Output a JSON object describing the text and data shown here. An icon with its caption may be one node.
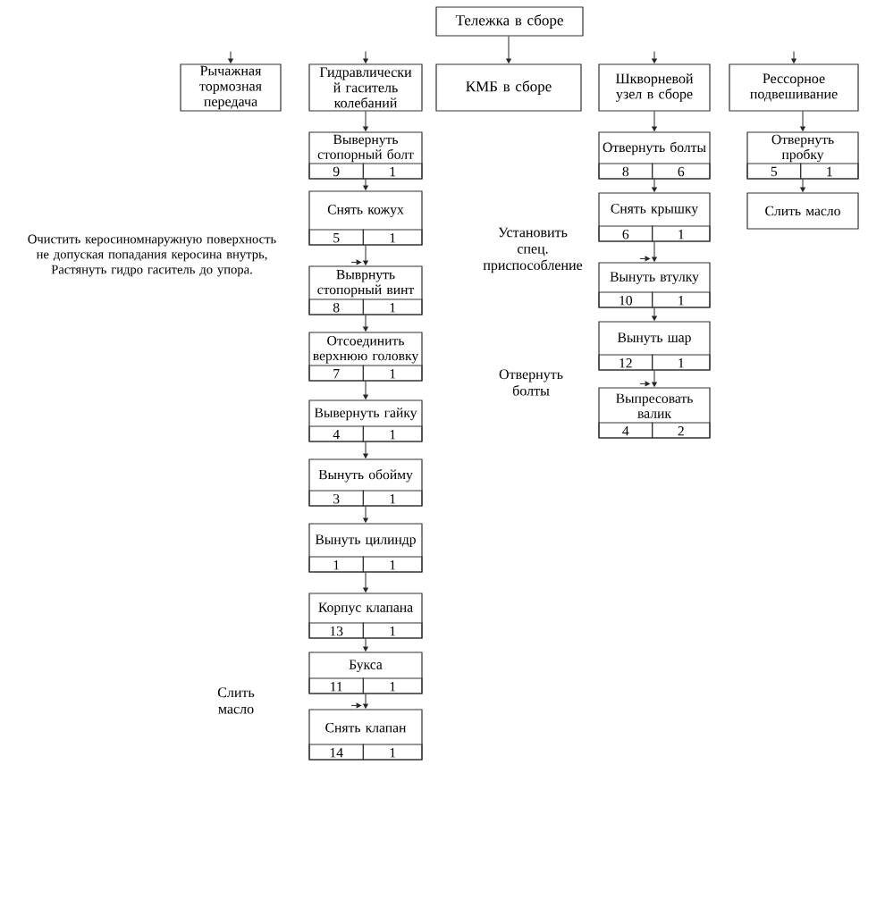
{
  "diagram": {
    "nodes": [
      {
        "text": [
          "Тележка в сборе"
        ]
      },
      {
        "text": [
          "Рычажная тормозная передача"
        ]
      },
      {
        "text": [
          "Гидравлически й гаситель колебаний"
        ]
      },
      {
        "text": [
          "КМБ в сборе"
        ]
      },
      {
        "text": [
          "Шкворневой узел в сборе"
        ]
      },
      {
        "text": [
          "Рессорное подвешивание"
        ]
      },
      {
        "text": [
          "Вывернуть стопорный болт",
          "9",
          "1"
        ]
      },
      {
        "text": [
          "Снять кожух",
          "5",
          "1"
        ]
      },
      {
        "text": [
          "Выврнуть стопорный винт",
          "8",
          "1"
        ]
      },
      {
        "text": [
          "Отсоединить верхнюю головку",
          "7",
          "1"
        ]
      },
      {
        "text": [
          "Вывернуть гайку",
          "4",
          "1"
        ]
      },
      {
        "text": [
          "Вынуть обойму",
          "3",
          "1"
        ]
      },
      {
        "text": [
          "Вынуть цилиндр",
          "1",
          "1"
        ]
      },
      {
        "text": [
          "Корпус клапана",
          "13",
          "1"
        ]
      },
      {
        "text": [
          "Букса",
          "11",
          "1"
        ]
      },
      {
        "text": [
          "Снять клапан",
          "14",
          "1"
        ]
      },
      {
        "text": [
          "Отвернуть болты",
          "8",
          "6"
        ]
      },
      {
        "text": [
          "Снять крышку",
          "6",
          "1"
        ]
      },
      {
        "text": [
          "Вынуть втулку",
          "10",
          "1"
        ]
      },
      {
        "text": [
          "Вынуть шар",
          "12",
          "1"
        ]
      },
      {
        "text": [
          "Выпресовать валик",
          "4",
          "2"
        ]
      },
      {
        "text": [
          "Отвернуть пробку",
          "5",
          "1"
        ]
      },
      {
        "text": [
          "Слить масло"
        ]
      }
    ],
    "edges": [
      {
        "from": null,
        "to": 1,
        "arrow": "to"
      },
      {
        "from": null,
        "to": 2,
        "arrow": "to"
      },
      {
        "from": 0,
        "to": 3,
        "arrow": "to"
      },
      {
        "from": null,
        "to": 4,
        "arrow": "to"
      },
      {
        "from": null,
        "to": 5,
        "arrow": "to"
      },
      {
        "from": 2,
        "to": 6,
        "arrow": "to"
      },
      {
        "from": 6,
        "to": 7,
        "arrow": "to"
      },
      {
        "from": 7,
        "to": 8,
        "arrow": "to"
      },
      {
        "from": 8,
        "to": 9,
        "arrow": "to"
      },
      {
        "from": 9,
        "to": 10,
        "arrow": "to"
      },
      {
        "from": 10,
        "to": 11,
        "arrow": "to"
      },
      {
        "from": 11,
        "to": 12,
        "arrow": "to"
      },
      {
        "from": 12,
        "to": 13,
        "arrow": "to"
      },
      {
        "from": 13,
        "to": 14,
        "arrow": "to"
      },
      {
        "from": 14,
        "to": 15,
        "arrow": "to"
      },
      {
        "from": 4,
        "to": 16,
        "arrow": "to"
      },
      {
        "from": 16,
        "to": 17,
        "arrow": "to"
      },
      {
        "from": 17,
        "to": 18,
        "arrow": "to"
      },
      {
        "from": 18,
        "to": 19,
        "arrow": "to"
      },
      {
        "from": 19,
        "to": 20,
        "arrow": "to"
      },
      {
        "from": 5,
        "to": 21,
        "arrow": "to"
      },
      {
        "from": 21,
        "to": 22,
        "arrow": "to"
      },
      {
        "from": null,
        "to": 8,
        "arrow": "to"
      },
      {
        "from": null,
        "to": 15,
        "arrow": "to"
      },
      {
        "from": null,
        "to": 18,
        "arrow": "to"
      },
      {
        "from": null,
        "to": 20,
        "arrow": "to"
      }
    ],
    "labels": [
      "Очистить керосиномнаружную поверхность не допуская попадания керосина внутрь, Растянуть гидро гаситель до упора.",
      "Установить спец. приспособление",
      "Отвернуть болты",
      "Слить масло"
    ]
  }
}
